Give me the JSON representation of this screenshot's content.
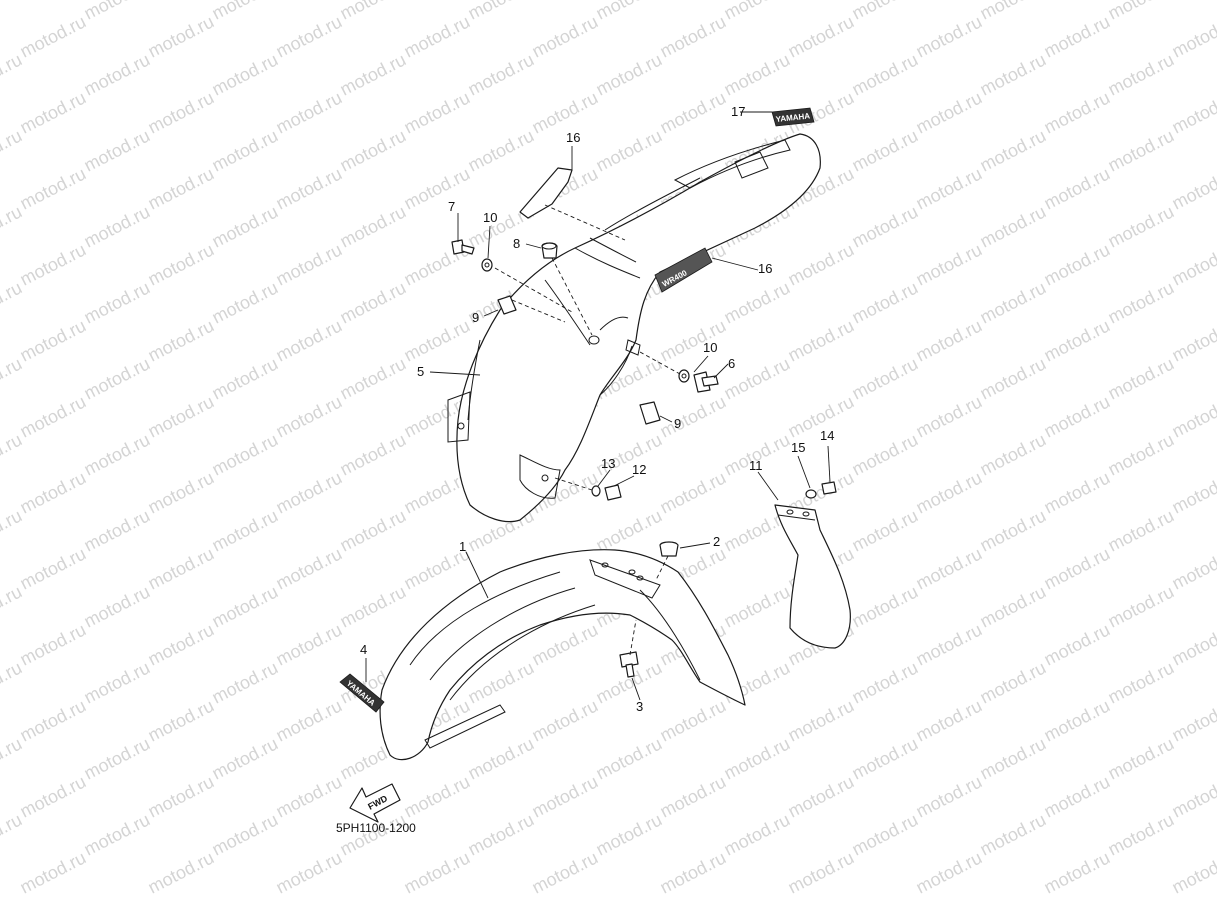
{
  "watermark_text": "motod.ru",
  "diagram_code": "5PH1100-1200",
  "decal_brand_text": "YAMAHA",
  "decal_model_text": "WR400",
  "fwd_label": "FWD",
  "callouts": [
    "1",
    "2",
    "3",
    "4",
    "5",
    "6",
    "7",
    "8",
    "9",
    "9",
    "10",
    "10",
    "11",
    "12",
    "13",
    "14",
    "15",
    "16",
    "16",
    "17"
  ]
}
